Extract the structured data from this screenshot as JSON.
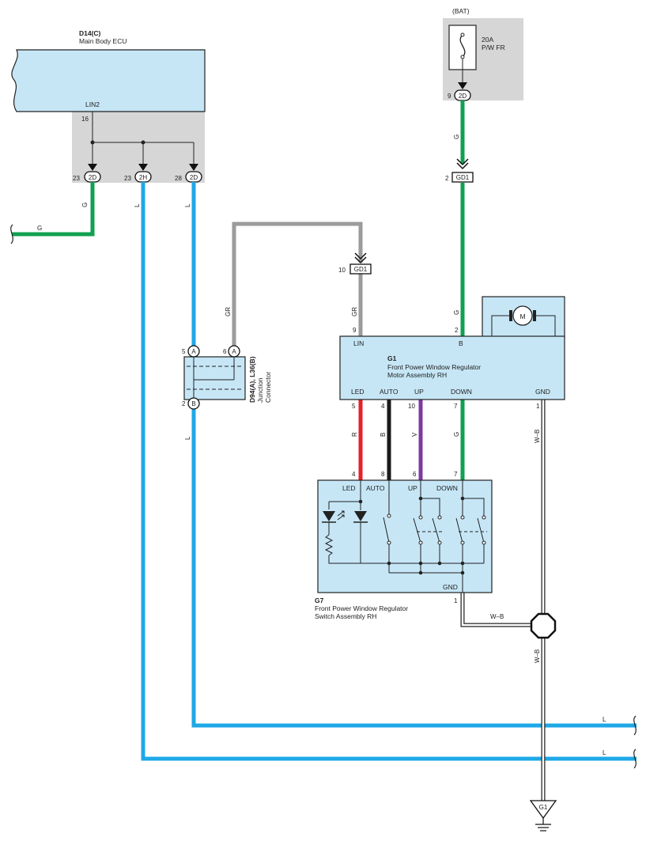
{
  "colors": {
    "green": "#10a050",
    "blue": "#1ea8e6",
    "gray": "#9b9b9b",
    "red": "#e8202a",
    "black": "#1a1a1a",
    "violet": "#7e3aa0",
    "component_fill": "#c6e6f6",
    "shaded_box": "#d6d6d6"
  },
  "ecu": {
    "id": "D14(C)",
    "name": "Main Body ECU",
    "terminal": "LIN2",
    "terminal_pin": "16",
    "connectors": [
      {
        "pin": "23",
        "code": "2D"
      },
      {
        "pin": "23",
        "code": "2H"
      },
      {
        "pin": "28",
        "code": "2D"
      }
    ]
  },
  "battery": {
    "label": "(BAT)",
    "fuse_rating": "20A",
    "fuse_name": "P/W FR",
    "connector": {
      "pin": "9",
      "code": "2D"
    }
  },
  "motor": {
    "id": "G1",
    "name_line1": "Front Power Window Regulator",
    "name_line2": "Motor Assembly RH",
    "motor_symbol": "M",
    "terminals": {
      "lin": "LIN",
      "b": "B",
      "led": "LED",
      "auto": "AUTO",
      "up": "UP",
      "down": "DOWN",
      "gnd": "GND"
    },
    "pins": {
      "lin": "9",
      "b": "2",
      "led": "5",
      "auto": "4",
      "up": "10",
      "down": "7",
      "gnd": "1"
    }
  },
  "switch": {
    "id": "G7",
    "name_line1": "Front Power Window Regulator",
    "name_line2": "Switch Assembly RH",
    "terminals": {
      "led": "LED",
      "auto": "AUTO",
      "up": "UP",
      "down": "DOWN",
      "gnd": "GND"
    },
    "pins": {
      "led": "4",
      "auto": "8",
      "up": "6",
      "down": "7",
      "gnd": "1"
    }
  },
  "junction": {
    "id": "D94(A), L36(B)",
    "name_line1": "Junction",
    "name_line2": "Connector",
    "pins": [
      {
        "pin": "5",
        "code": "A"
      },
      {
        "pin": "6",
        "code": "A"
      },
      {
        "pin": "2",
        "code": "B"
      }
    ]
  },
  "inline_connectors": [
    {
      "pin": "10",
      "code": "GD1"
    },
    {
      "pin": "2",
      "code": "GD1"
    }
  ],
  "wire_colors": {
    "g": "G",
    "l": "L",
    "gr": "GR",
    "r": "R",
    "b": "B",
    "v": "V",
    "wb": "W–B"
  },
  "ground": {
    "code": "G1"
  }
}
